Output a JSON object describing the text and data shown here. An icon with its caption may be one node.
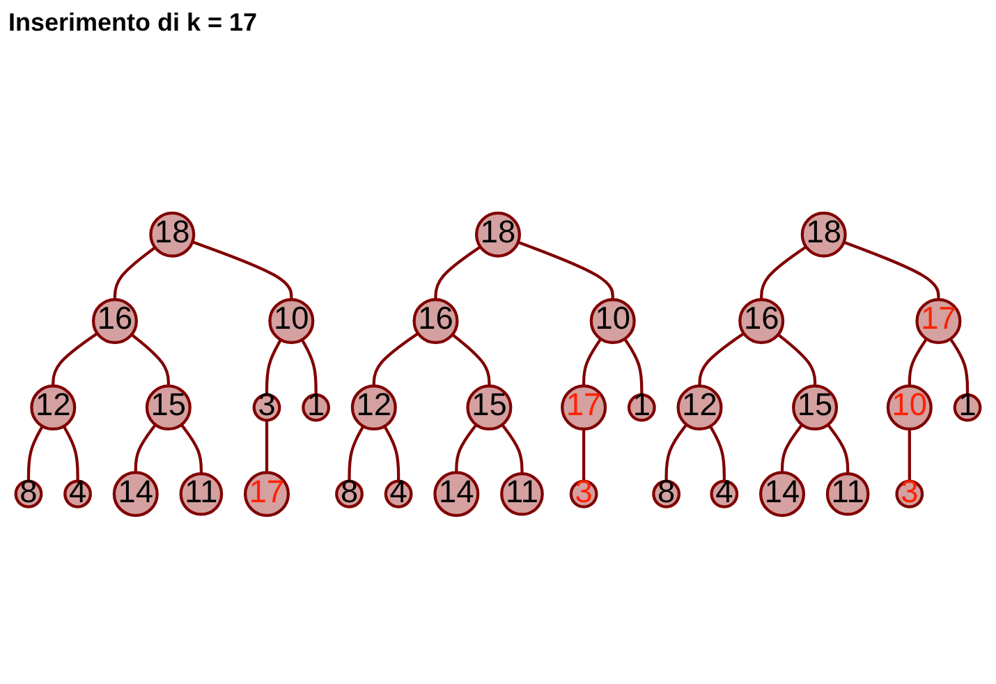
{
  "diagram": {
    "title": "Inserimento di k = 17",
    "nodes": [
      {
        "text": [
          "18"
        ]
      },
      {
        "text": [
          "16"
        ]
      },
      {
        "text": [
          "10"
        ]
      },
      {
        "text": [
          "12"
        ]
      },
      {
        "text": [
          "15"
        ]
      },
      {
        "text": [
          "3"
        ]
      },
      {
        "text": [
          "1"
        ]
      },
      {
        "text": [
          "8"
        ]
      },
      {
        "text": [
          "4"
        ]
      },
      {
        "text": [
          "14"
        ]
      },
      {
        "text": [
          "11"
        ]
      },
      {
        "text": [
          "17"
        ]
      },
      {
        "text": [
          "18"
        ]
      },
      {
        "text": [
          "16"
        ]
      },
      {
        "text": [
          "10"
        ]
      },
      {
        "text": [
          "12"
        ]
      },
      {
        "text": [
          "15"
        ]
      },
      {
        "text": [
          "17"
        ]
      },
      {
        "text": [
          "1"
        ]
      },
      {
        "text": [
          "8"
        ]
      },
      {
        "text": [
          "4"
        ]
      },
      {
        "text": [
          "14"
        ]
      },
      {
        "text": [
          "11"
        ]
      },
      {
        "text": [
          "3"
        ]
      },
      {
        "text": [
          "18"
        ]
      },
      {
        "text": [
          "16"
        ]
      },
      {
        "text": [
          "17"
        ]
      },
      {
        "text": [
          "12"
        ]
      },
      {
        "text": [
          "15"
        ]
      },
      {
        "text": [
          "10"
        ]
      },
      {
        "text": [
          "1"
        ]
      },
      {
        "text": [
          "8"
        ]
      },
      {
        "text": [
          "4"
        ]
      },
      {
        "text": [
          "14"
        ]
      },
      {
        "text": [
          "11"
        ]
      },
      {
        "text": [
          "3"
        ]
      }
    ],
    "edges": [
      {
        "from": 0,
        "to": 1,
        "arrow": "none"
      },
      {
        "from": 0,
        "to": 2,
        "arrow": "none"
      },
      {
        "from": 1,
        "to": 3,
        "arrow": "none"
      },
      {
        "from": 1,
        "to": 4,
        "arrow": "none"
      },
      {
        "from": 2,
        "to": 5,
        "arrow": "none"
      },
      {
        "from": 2,
        "to": 6,
        "arrow": "none"
      },
      {
        "from": 3,
        "to": 7,
        "arrow": "none"
      },
      {
        "from": 3,
        "to": 8,
        "arrow": "none"
      },
      {
        "from": 4,
        "to": 9,
        "arrow": "none"
      },
      {
        "from": 4,
        "to": 10,
        "arrow": "none"
      },
      {
        "from": 5,
        "to": 11,
        "arrow": "none"
      },
      {
        "from": 12,
        "to": 13,
        "arrow": "none"
      },
      {
        "from": 12,
        "to": 14,
        "arrow": "none"
      },
      {
        "from": 13,
        "to": 15,
        "arrow": "none"
      },
      {
        "from": 13,
        "to": 16,
        "arrow": "none"
      },
      {
        "from": 14,
        "to": 17,
        "arrow": "none"
      },
      {
        "from": 14,
        "to": 18,
        "arrow": "none"
      },
      {
        "from": 15,
        "to": 19,
        "arrow": "none"
      },
      {
        "from": 15,
        "to": 20,
        "arrow": "none"
      },
      {
        "from": 16,
        "to": 21,
        "arrow": "none"
      },
      {
        "from": 16,
        "to": 22,
        "arrow": "none"
      },
      {
        "from": 17,
        "to": 23,
        "arrow": "none"
      },
      {
        "from": 24,
        "to": 25,
        "arrow": "none"
      },
      {
        "from": 24,
        "to": 26,
        "arrow": "none"
      },
      {
        "from": 25,
        "to": 27,
        "arrow": "none"
      },
      {
        "from": 25,
        "to": 28,
        "arrow": "none"
      },
      {
        "from": 26,
        "to": 29,
        "arrow": "none"
      },
      {
        "from": 26,
        "to": 30,
        "arrow": "none"
      },
      {
        "from": 27,
        "to": 31,
        "arrow": "none"
      },
      {
        "from": 27,
        "to": 32,
        "arrow": "none"
      },
      {
        "from": 28,
        "to": 33,
        "arrow": "none"
      },
      {
        "from": 28,
        "to": 34,
        "arrow": "none"
      },
      {
        "from": 29,
        "to": 35,
        "arrow": "none"
      }
    ]
  }
}
